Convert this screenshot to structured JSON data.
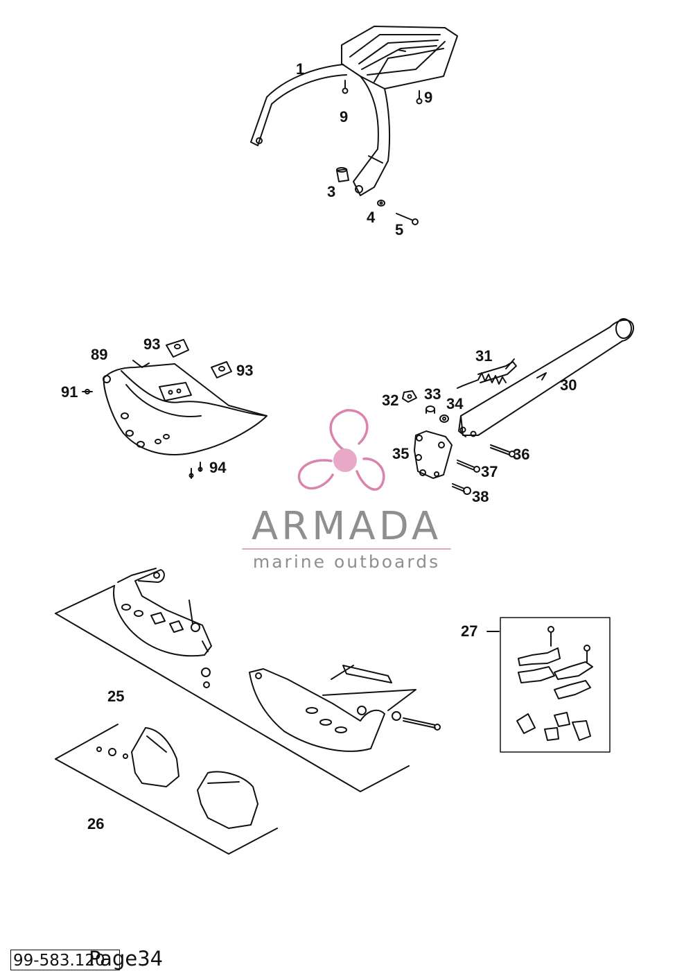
{
  "diagram": {
    "callouts": {
      "c1": "1",
      "c9a": "9",
      "c9b": "9",
      "c3": "3",
      "c4": "4",
      "c5": "5",
      "c89": "89",
      "c93a": "93",
      "c93b": "93",
      "c91": "91",
      "c94": "94",
      "c31": "31",
      "c30": "30",
      "c32": "32",
      "c33": "33",
      "c34": "34",
      "c35": "35",
      "c36": "36",
      "c37": "37",
      "c38": "38",
      "c27": "27",
      "c25": "25",
      "c26": "26"
    }
  },
  "watermark": {
    "name": "ARMADA",
    "tagline": "marine outboards",
    "colors": {
      "pink": "#e8a9c8",
      "pink_dark": "#d983ad",
      "gray": "#8f8f8f"
    }
  },
  "footer": {
    "code": "99-583.120",
    "page": "Page34"
  }
}
